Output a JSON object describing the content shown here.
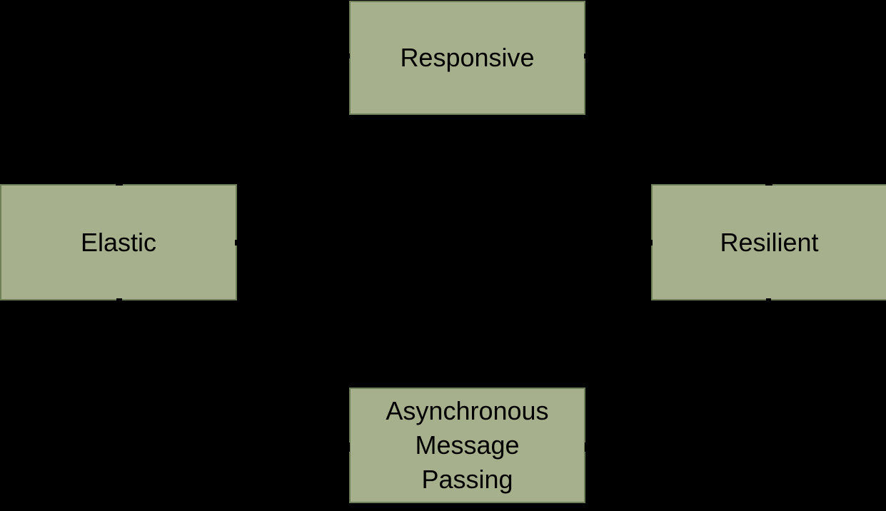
{
  "colors": {
    "background": "#000000",
    "box_fill": "#a6b08c",
    "box_border": "#6f7f58",
    "text": "#000000",
    "connector": "#000000"
  },
  "boxes": {
    "responsive": {
      "label": "Responsive"
    },
    "elastic": {
      "label": "Elastic"
    },
    "resilient": {
      "label": "Resilient"
    },
    "async_message_passing": {
      "label": "Asynchronous Message Passing",
      "lines": [
        "Asynchronous",
        "Message",
        "Passing"
      ]
    }
  }
}
